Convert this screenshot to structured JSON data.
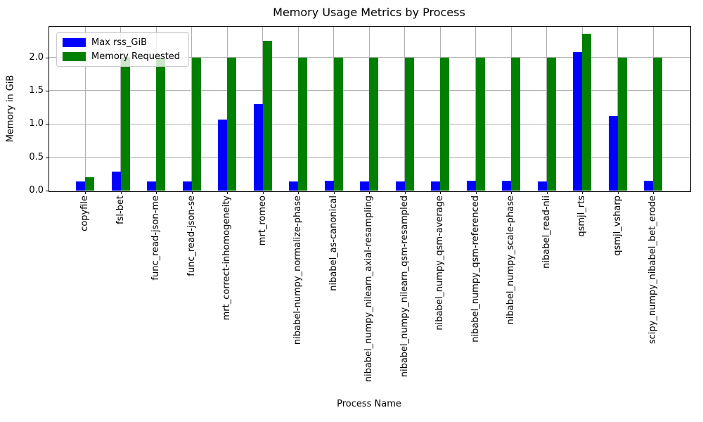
{
  "chart_data": {
    "type": "bar",
    "title": "Memory Usage Metrics by Process",
    "xlabel": "Process Name",
    "ylabel": "Memory in GiB",
    "ylim": [
      0,
      2.47
    ],
    "yticks": [
      0.0,
      0.5,
      1.0,
      1.5,
      2.0
    ],
    "grid": true,
    "legend_position": "upper left",
    "categories": [
      "copyfile",
      "fsl-bet",
      "func_read-json-me",
      "func_read-json-se",
      "mrt_correct-inhomogeneity",
      "mrt_romeo",
      "nibabel-numpy_normalize-phase",
      "nibabel_as-canonical",
      "nibabel_numpy_nilearn_axial-resampling",
      "nibabel_numpy_nilearn_qsm-resampled",
      "nibabel_numpy_qsm-average",
      "nibabel_numpy_qsm-referenced",
      "nibabel_numpy_scale-phase",
      "nibabel_read-nii",
      "qsmjl_rts",
      "qsmjl_vsharp",
      "scipy_numpy_nibabel_bet_erode"
    ],
    "series": [
      {
        "name": "Max rss_GiB",
        "color": "#0000ff",
        "values": [
          0.14,
          0.29,
          0.14,
          0.14,
          1.07,
          1.3,
          0.14,
          0.15,
          0.14,
          0.14,
          0.14,
          0.15,
          0.15,
          0.14,
          2.08,
          1.12,
          0.15
        ]
      },
      {
        "name": "Memory Requested",
        "color": "#008000",
        "values": [
          0.2,
          2.0,
          2.0,
          2.0,
          2.0,
          2.25,
          2.0,
          2.0,
          2.0,
          2.0,
          2.0,
          2.0,
          2.0,
          2.0,
          2.35,
          2.0,
          2.0
        ]
      }
    ],
    "colors": {
      "grid": "#b0b0b0",
      "axis": "#000000",
      "background": "#ffffff"
    }
  }
}
